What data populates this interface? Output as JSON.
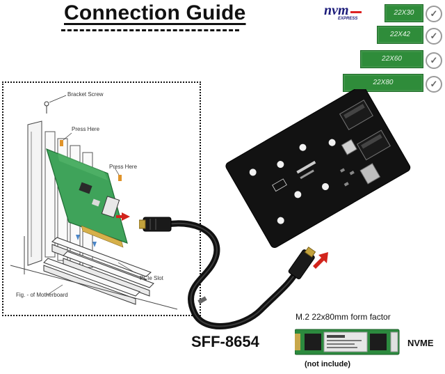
{
  "header": {
    "title": "Connection Guide",
    "nvm_logo": "nvm",
    "nvm_logo_sub": "EXPRESS"
  },
  "m2_sizes": [
    {
      "label": "22X30",
      "check": "✓"
    },
    {
      "label": "22X42",
      "check": "✓"
    },
    {
      "label": "22X60",
      "check": "✓"
    },
    {
      "label": "22X80",
      "check": "✓"
    }
  ],
  "diagram": {
    "bracket_screw": "Bracket Screw",
    "press_here_1": "Press Here",
    "press_here_2": "Press Here",
    "pcie_slot": "PCIe Slot",
    "motherboard": "Fig. - of Motherboard"
  },
  "cable": {
    "label": "SFF-8654"
  },
  "ssd": {
    "form_factor": "M.2 22x80mm form factor",
    "type": "NVME",
    "note": "(not include)"
  },
  "colors": {
    "pcb_green": "#3fa35a",
    "chip_green": "#2f8c3a",
    "arrow_red": "#d2241c",
    "board_black": "#121212"
  },
  "icons": {
    "check": "check-circle-icon",
    "arrow": "red-arrow-icon"
  }
}
